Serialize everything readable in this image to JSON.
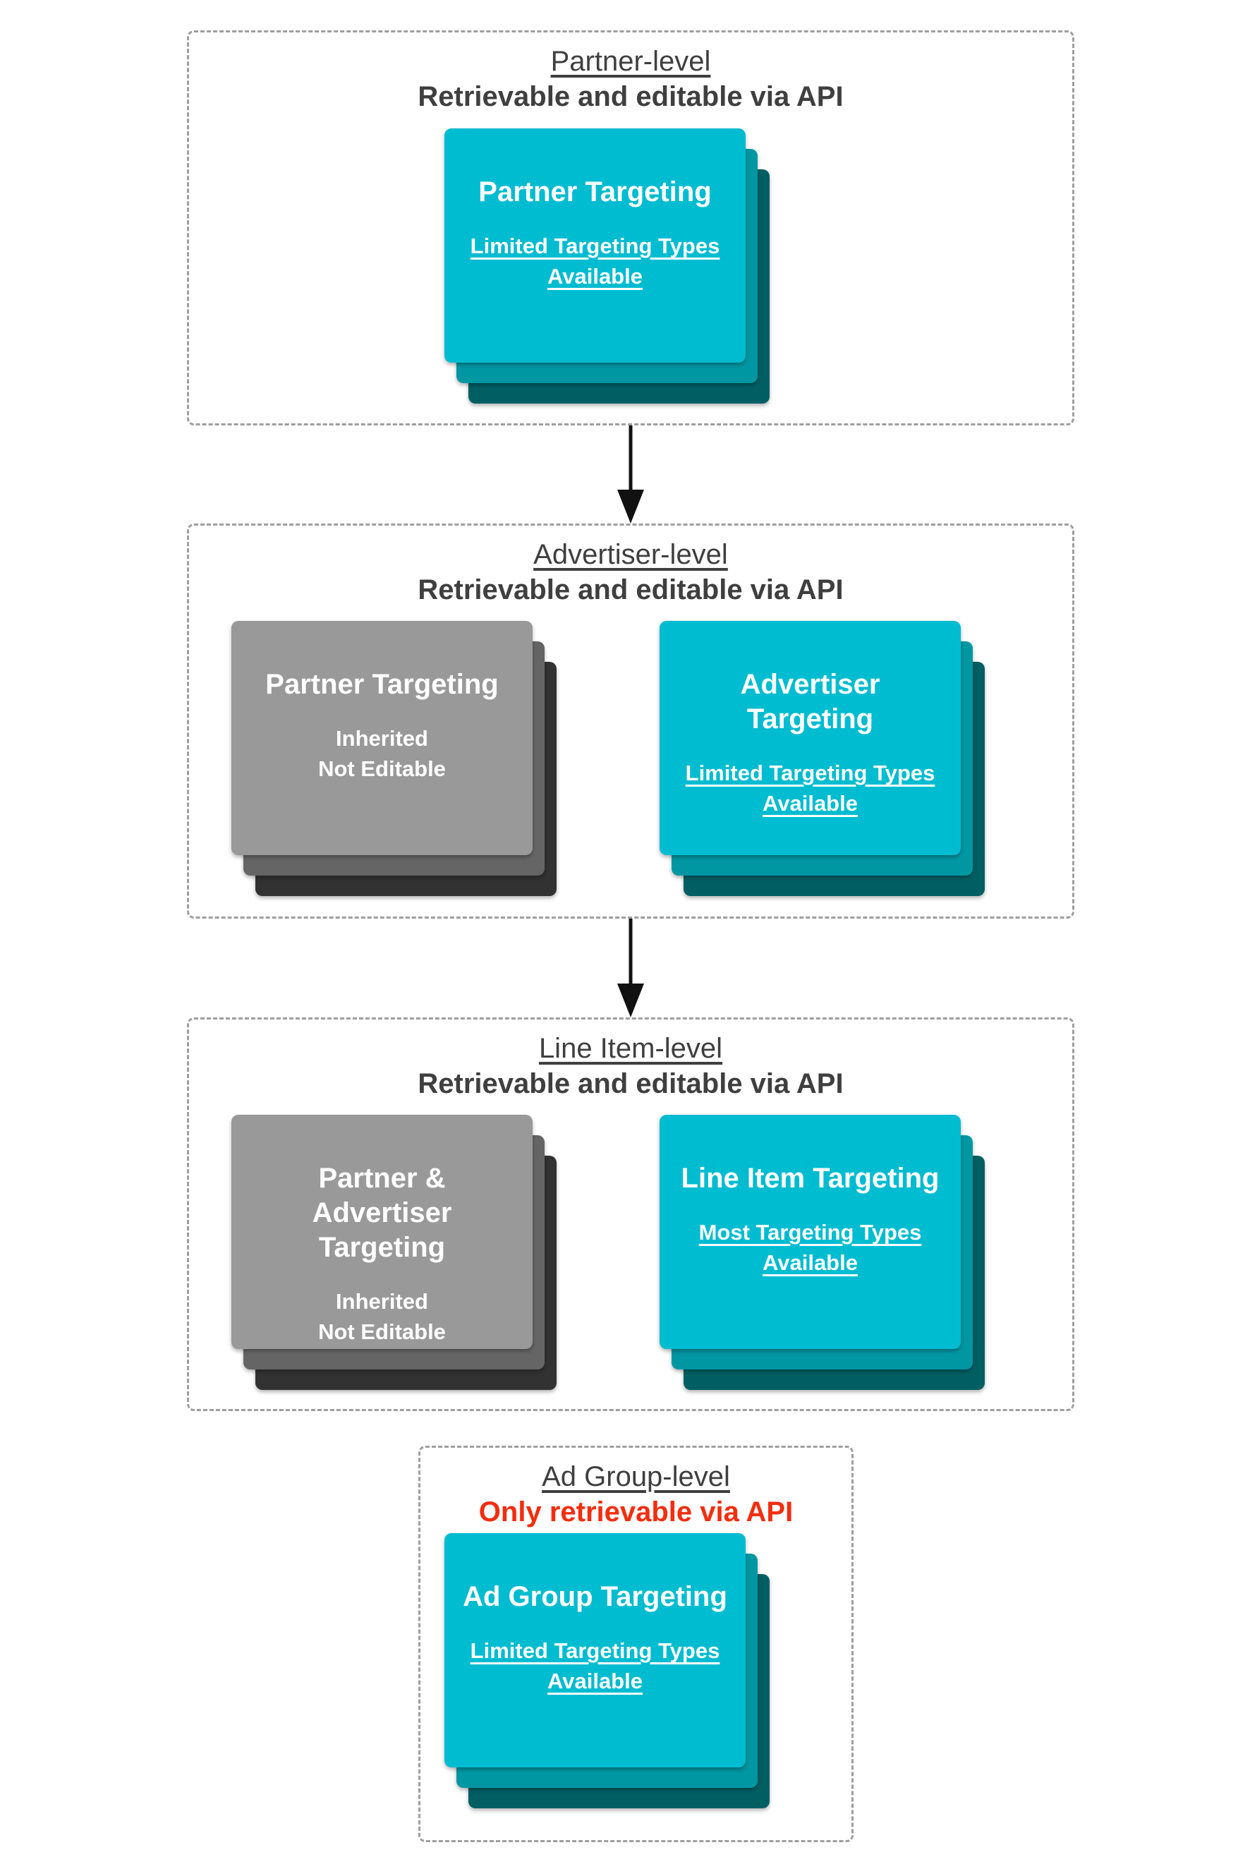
{
  "colors": {
    "cyan-front": "#00bcd1",
    "cyan-mid": "#0097a3",
    "cyan-back": "#015f64",
    "gray-front": "#999999",
    "gray-mid": "#656565",
    "gray-back": "#323232",
    "header-text": "#3f3f3f",
    "red-text": "#f42d0e",
    "dash-border": "#9e9e9e",
    "arrow": "#111111",
    "card-text": "#ffffff"
  },
  "sections": [
    {
      "title": "Partner-level",
      "subtitle": "Retrievable and editable via API",
      "cards": [
        {
          "title": "Partner Targeting",
          "subtitle": "Limited Targeting Types\nAvailable"
        }
      ]
    },
    {
      "title": "Advertiser-level",
      "subtitle": "Retrievable and editable via API",
      "cards": [
        {
          "title": "Partner Targeting",
          "subtitle": "Inherited\nNot Editable"
        },
        {
          "title": "Advertiser Targeting",
          "subtitle": "Limited Targeting Types\nAvailable"
        }
      ]
    },
    {
      "title": "Line Item-level",
      "subtitle": "Retrievable and editable via API",
      "cards": [
        {
          "title": "Partner & Advertiser\nTargeting",
          "subtitle": "Inherited\nNot Editable"
        },
        {
          "title": "Line Item Targeting",
          "subtitle": "Most Targeting Types\nAvailable"
        }
      ]
    },
    {
      "title": "Ad Group-level",
      "subtitle": "Only retrievable via API",
      "cards": [
        {
          "title": "Ad Group Targeting",
          "subtitle": "Limited Targeting Types\nAvailable"
        }
      ]
    }
  ]
}
